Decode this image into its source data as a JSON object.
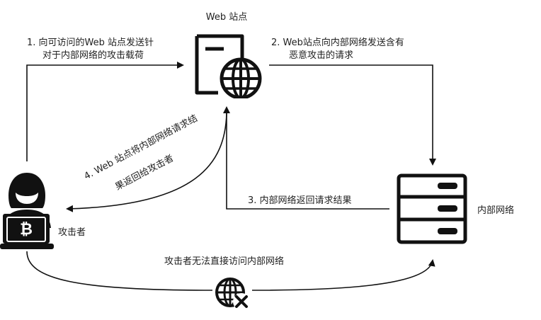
{
  "nodes": {
    "web_site": {
      "label": "Web 站点",
      "icon": "website-globe-icon"
    },
    "internal_network": {
      "label": "内部网络",
      "icon": "server-icon"
    },
    "attacker": {
      "label": "攻击者",
      "icon": "hacker-laptop-icon"
    },
    "blocked": {
      "icon": "globe-blocked-icon"
    }
  },
  "edges": {
    "step1": {
      "line1": "1. 向可访问的Web 站点发送针",
      "line2": "对于内部网络的攻击载荷"
    },
    "step2": {
      "line1": "2. Web站点向内部网络发送含有",
      "line2": "恶意攻击的请求"
    },
    "step3": {
      "label": "3. 内部网络返回请求结果"
    },
    "step4": {
      "line1": "4. Web 站点将内部网络请求结",
      "line2": "果返回给攻击者"
    },
    "direct": {
      "label": "攻击者无法直接访问内部网络"
    }
  },
  "colors": {
    "stroke": "#111111",
    "text": "#222222"
  }
}
